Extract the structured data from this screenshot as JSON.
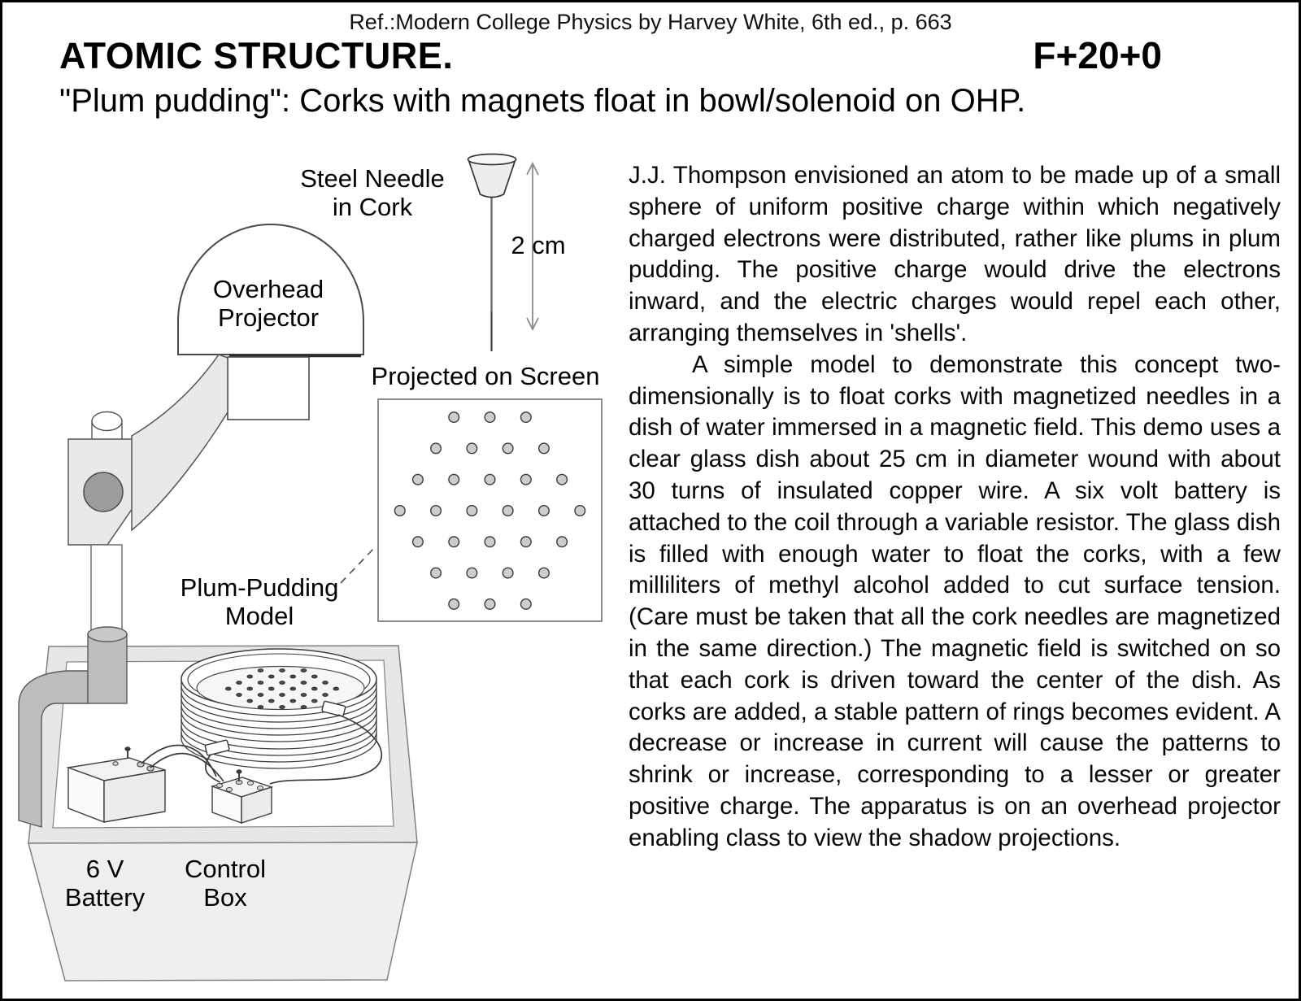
{
  "header": {
    "ref_line": "Ref.:Modern College Physics by Harvey White, 6th ed., p. 663",
    "title": "ATOMIC STRUCTURE.",
    "code": "F+20+0",
    "subtitle": "\"Plum pudding\": Corks with magnets float in bowl/solenoid on OHP."
  },
  "diagram": {
    "labels": {
      "needle_line1": "Steel Needle",
      "needle_line2": "in Cork",
      "needle_length": "2 cm",
      "projector_line1": "Overhead",
      "projector_line2": "Projector",
      "screen": "Projected on Screen",
      "model_line1": "Plum-Pudding",
      "model_line2": "Model",
      "battery_line1": "6 V",
      "battery_line2": "Battery",
      "controlbox_line1": "Control",
      "controlbox_line2": "Box"
    },
    "screen_dot_rows": [
      3,
      4,
      5,
      6,
      5,
      4,
      3
    ],
    "dish_dot_rows": [
      3,
      4,
      5,
      6,
      5,
      4,
      3
    ]
  },
  "article": {
    "paragraph1": "J.J. Thompson envisioned an atom to be made up of a small sphere of uniform positive charge within which negatively charged electrons were distributed, rather like plums in plum pudding. The positive charge would drive the electrons inward, and the electric charges would repel each other, arranging themselves in 'shells'.",
    "paragraph2": "A simple model to demonstrate this concept two-dimensionally is to float corks with magnetized needles in a dish of water immersed in a magnetic field. This demo uses a clear glass dish about 25 cm in diameter wound with about 30 turns of insulated copper wire. A six volt battery is attached to the coil through a variable resistor. The glass dish is filled with enough water to float the corks, with a few milliliters of methyl alcohol added to cut surface tension. (Care must be taken that all the cork needles are magnetized in the same direction.) The magnetic field is switched on so that each cork is driven toward the center of the dish. As corks are added, a stable pattern of rings becomes evident. A decrease or increase in current will cause the patterns to shrink or increase, corresponding to a lesser or greater positive charge. The apparatus is on an overhead projector enabling class to view the shadow projections."
  }
}
